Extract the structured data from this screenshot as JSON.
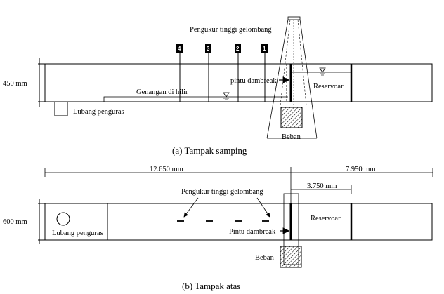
{
  "side_view": {
    "gauge_title": "Pengukur tinggi gelombang",
    "gauge_numbers": [
      "4",
      "3",
      "2",
      "1"
    ],
    "height_label": "450 mm",
    "downstream_label": "Genangan di hilir",
    "gate_label": "pintu dambreak",
    "reservoir_label": "Reservoar",
    "drain_label": "Lubang penguras",
    "weight_label": "Beban",
    "caption": "(a) Tampak samping"
  },
  "top_view": {
    "dim_left": "12.650 mm",
    "dim_right": "7.950 mm",
    "dim_gate": "3.750 mm",
    "width_label": "600 mm",
    "gauge_title": "Pengukur tinggi gelombang",
    "drain_label": "Lubang penguras",
    "gate_label": "Pintu dambreak",
    "reservoir_label": "Reservoar",
    "weight_label": "Beban",
    "caption": "(b) Tampak atas"
  }
}
